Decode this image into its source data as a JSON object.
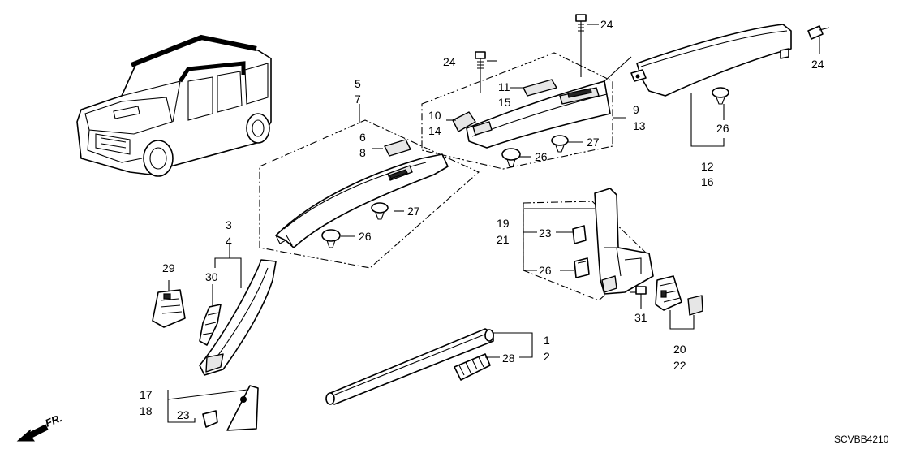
{
  "callouts": {
    "c1": "1",
    "c2": "2",
    "c3": "3",
    "c4": "4",
    "c5": "5",
    "c6": "6",
    "c7": "7",
    "c8": "8",
    "c9": "9",
    "c10": "10",
    "c11": "11",
    "c12": "12",
    "c13": "13",
    "c14": "14",
    "c15": "15",
    "c16": "16",
    "c17": "17",
    "c18": "18",
    "c19": "19",
    "c20": "20",
    "c21": "21",
    "c22": "22",
    "c23a": "23",
    "c23b": "23",
    "c24a": "24",
    "c24b": "24",
    "c24c": "24",
    "c26a": "26",
    "c26b": "26",
    "c26c": "26",
    "c26d": "26",
    "c27a": "27",
    "c27b": "27",
    "c28": "28",
    "c29": "29",
    "c30": "30",
    "c31": "31"
  },
  "direction_label": "FR.",
  "diagram_code": "SCVBB4210"
}
